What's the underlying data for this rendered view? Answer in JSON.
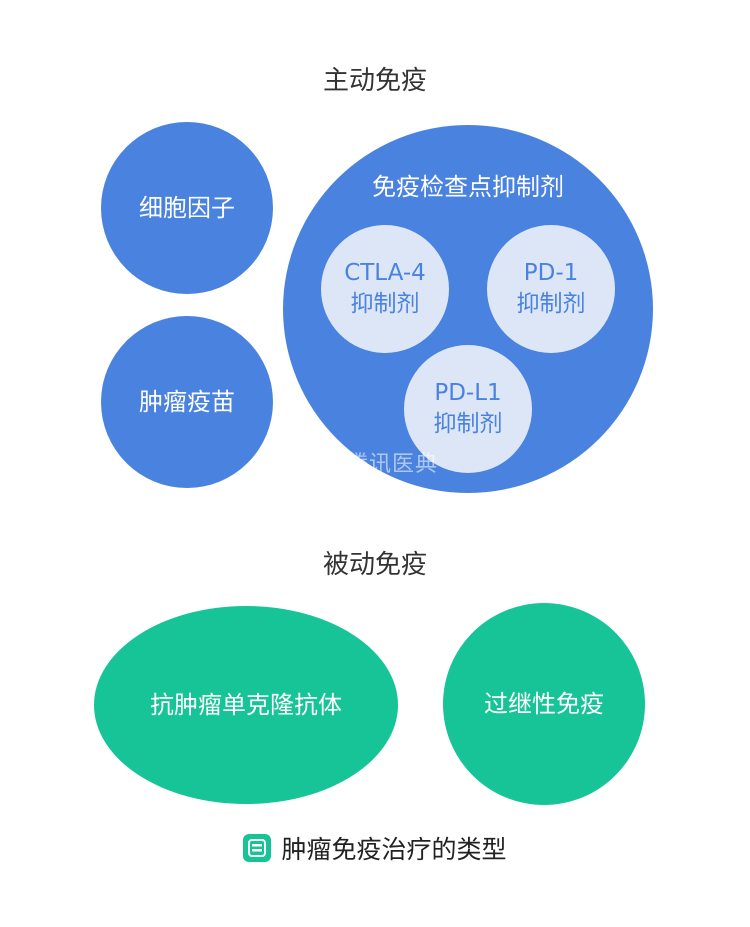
{
  "active": {
    "title": "主动免疫",
    "cytokines": "细胞因子",
    "vaccine": "肿瘤疫苗",
    "checkpoint": {
      "label": "免疫检查点抑制剂",
      "ctla4": {
        "line1": "CTLA-4",
        "line2": "抑制剂"
      },
      "pd1": {
        "line1": "PD-1",
        "line2": "抑制剂"
      },
      "pdl1": {
        "line1": "PD-L1",
        "line2": "抑制剂"
      }
    }
  },
  "passive": {
    "title": "被动免疫",
    "antibody": "抗肿瘤单克隆抗体",
    "adoptive": "过继性免疫"
  },
  "watermark": "腾讯医典",
  "caption": "肿瘤免疫治疗的类型",
  "colors": {
    "blue": "#4a82df",
    "green": "#17c497",
    "light_blue": "#dde6f6"
  }
}
